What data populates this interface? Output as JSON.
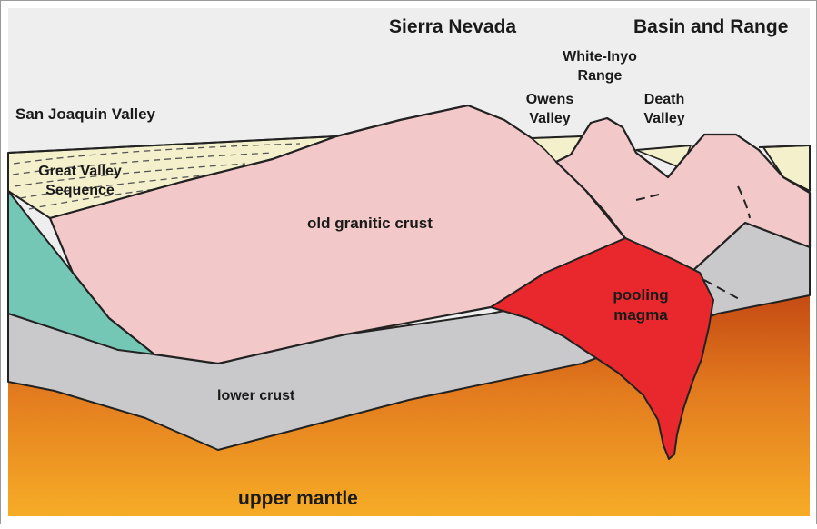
{
  "labels": {
    "sierra_nevada": "Sierra Nevada",
    "basin_and_range": "Basin and Range",
    "white_inyo_1": "White-Inyo",
    "white_inyo_2": "Range",
    "owens_1": "Owens",
    "owens_2": "Valley",
    "death_1": "Death",
    "death_2": "Valley",
    "san_joaquin": "San Joaquin Valley",
    "great_valley_1": "Great Valley",
    "great_valley_2": "Sequence",
    "old_granitic_crust": "old granitic crust",
    "pooling_1": "pooling",
    "pooling_2": "magma",
    "lower_crust": "lower crust",
    "upper_mantle": "upper mantle"
  },
  "colors": {
    "sky": "#eeeeee",
    "granitic_crust": "#f2c8c8",
    "great_valley_sequence": "#f4f0cc",
    "teal_block": "#74c7b5",
    "lower_crust": "#c9c9cb",
    "magma": "#e8282c",
    "mantle_top": "#c84a16",
    "mantle_bottom": "#f5a623",
    "outline": "#222222"
  }
}
